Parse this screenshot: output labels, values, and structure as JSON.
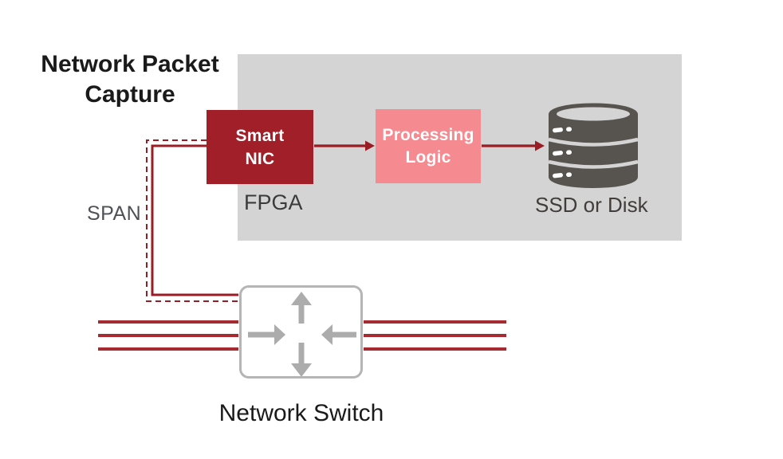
{
  "title": {
    "line1": "Network Packet",
    "line2": "Capture"
  },
  "span_label": "SPAN",
  "fpga": {
    "box_line1": "Smart",
    "box_line2": "NIC",
    "caption": "FPGA"
  },
  "processing": {
    "box_line1": "Processing",
    "box_line2": "Logic"
  },
  "storage": {
    "caption": "SSD or Disk",
    "icon": "database-icon"
  },
  "network_switch": {
    "caption": "Network Switch",
    "icon": "crossing-arrows-icon"
  },
  "connections": {
    "smartnic_to_processing": "arrow-right",
    "processing_to_storage": "arrow-right",
    "span_link": "dashed-and-solid-red-elbow",
    "trunk_lines_per_side": 3
  },
  "colors": {
    "dark_red": "#A01F28",
    "pink": "#F58A90",
    "panel_gray": "#D5D4D4",
    "connector_red": "#9A1C24",
    "trunk_red": "#A62A32",
    "db_gray": "#57534F",
    "switch_border": "#B5B5B5",
    "switch_arrow": "#ACACAC",
    "title_text": "#1A1A1A",
    "caption_text": "#3B3B3B",
    "storage_caption": "#403D3A",
    "span_text": "#4F5156"
  }
}
